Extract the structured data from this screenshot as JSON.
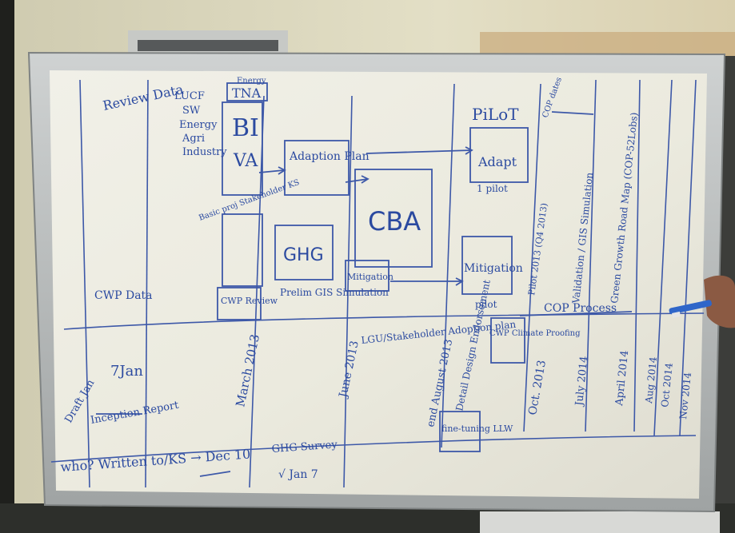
{
  "colors": {
    "wall": "#d8d3b4",
    "frame": "#b9bcbc",
    "board": "#ecebe2",
    "ink": "#2b4aa0"
  },
  "board": {
    "left_column": {
      "review_data": "Review Data",
      "sector_list": [
        "LUCF",
        "SW",
        "Energy",
        "Agri",
        "Industry"
      ],
      "cwp_data": "CWP Data",
      "target": "7Jan",
      "draft": "Draft Jan",
      "inception_report": "Inception Report",
      "bottom_line": "who? Written to/KS → Dec 10",
      "ghg_survey": "GHG Survey",
      "jan7": "√ Jan 7"
    },
    "boxes": {
      "tna": "TNA",
      "bi": "BI",
      "va": "VA",
      "above_bi": "Energy",
      "adaption_plan": "Adaption Plan",
      "cba": "CBA",
      "ghg": "GHG",
      "mitigation": "Mitigation",
      "cwp_review": "CWP Review",
      "prelim": "Prelim GIS Simulation",
      "baseline_stakeholder": "Basic proj Stakeholder KS",
      "pilot": "PiLoT",
      "adapt": "Adapt",
      "one_pilot": "1 pilot",
      "mitigation_pilot": "Mitigation",
      "pilot_label": "pilot",
      "cwp_climate": "CWP Climate Proofing",
      "fine_tuning": "fine-tuning LLW"
    },
    "timeline": {
      "march": "March 2013",
      "june": "June 2013",
      "lgu_adoption": "LGU/Stakeholder Adoption plan",
      "end_august": "end August 2013",
      "detail_design": "Detail Design Endorsement",
      "oct": "Oct. 2013",
      "pilot_rotation": "Pilot 2013 (Q4 2013)",
      "cop_process": "COP Process",
      "july2014": "July 2014",
      "april2014": "April 2014",
      "aug2014": "Aug 2014",
      "oct2014": "Oct 2014",
      "nov2014": "Nov 2014",
      "validation": "Validation / GIS Simulation",
      "green_growth": "Green Growth Road Map (COP-52Lobs)",
      "cop_dates": "COP dates"
    }
  }
}
